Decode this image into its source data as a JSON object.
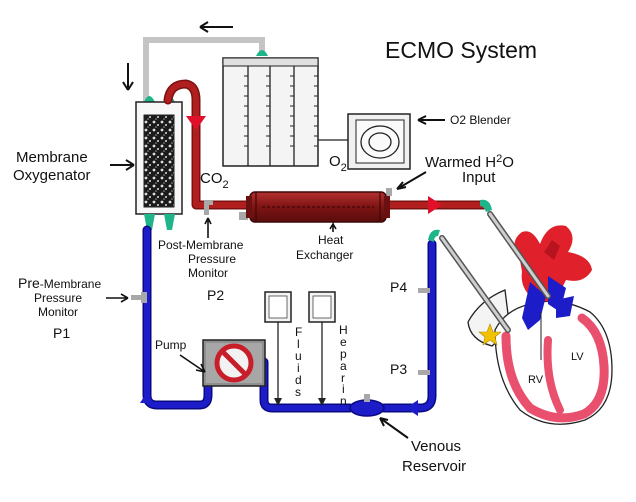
{
  "title": "ECMO System",
  "labels": {
    "membrane_oxygenator": [
      "Membrane",
      "Oxygenator"
    ],
    "o2_blender": "O2 Blender",
    "co2": "CO",
    "co2_sub": "2",
    "o2": "O",
    "o2_sub": "2",
    "warmed_h2o": "Warmed H",
    "warmed_h2o_sub": "2",
    "warmed_h2o_tail": "O",
    "input": "Input",
    "post_membrane": [
      "Post-Membrane",
      "Pressure",
      "Monitor"
    ],
    "heat_exchanger": [
      "Heat",
      "Exchanger"
    ],
    "pre_membrane_pre": "Pre",
    "pre_membrane": [
      "-Membrane",
      "Pressure",
      "Monitor"
    ],
    "p1": "P1",
    "p2": "P2",
    "p3": "P3",
    "p4": "P4",
    "pump": "Pump",
    "fluids": [
      "F",
      "l",
      "u",
      "i",
      "d",
      "s"
    ],
    "heparin": [
      "H",
      "e",
      "p",
      "a",
      "r",
      "i",
      "n"
    ],
    "venous_reservoir": [
      "Venous",
      "Reservoir"
    ],
    "rv": "RV",
    "lv": "LV"
  },
  "colors": {
    "arterial": "#b01e1e",
    "arterial_dark": "#7a1010",
    "venous": "#1c1cc8",
    "venous_dark": "#0a0a80",
    "connector": "#1fb58a",
    "heart_red": "#e0202a",
    "heart_pink": "#e8506e",
    "gray_line": "#c4c4c4"
  }
}
